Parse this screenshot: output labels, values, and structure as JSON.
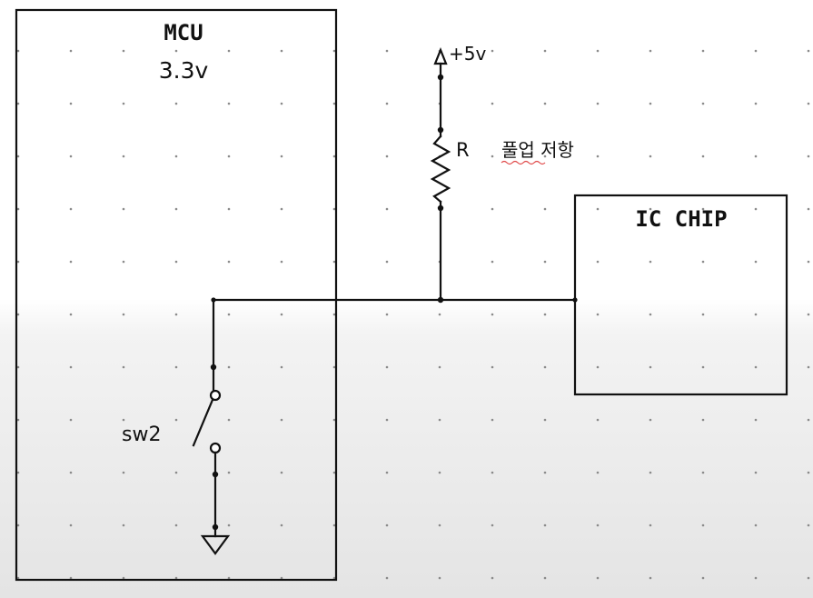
{
  "mcu": {
    "label": "MCU",
    "voltage": "3.3v"
  },
  "supply": {
    "label": "+5v"
  },
  "resistor": {
    "label": "R",
    "note": "풀업 저항"
  },
  "ic": {
    "label": "IC CHIP"
  },
  "switch": {
    "label": "sw2"
  },
  "colors": {
    "background_top": "#ffffff",
    "background_bottom": "#e6e6e6",
    "line": "#111111",
    "grid_dot": "#8a8a8a",
    "spellcheck_underline": "#e04848"
  }
}
